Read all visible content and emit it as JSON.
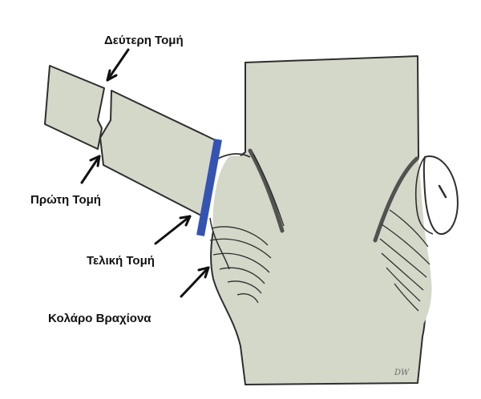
{
  "labels": {
    "second_cut": "Δεύτερη Τομή",
    "first_cut": "Πρώτη Τομή",
    "final_cut": "Τελική Τομή",
    "branch_collar": "Κολάρο Βραχίονα"
  },
  "signature": "DW",
  "colors": {
    "wood": "#d3d8c9",
    "outline": "#2e2e2e",
    "final_cut_marker": "#3553b3",
    "label_text": "#111111",
    "background": "#ffffff"
  }
}
